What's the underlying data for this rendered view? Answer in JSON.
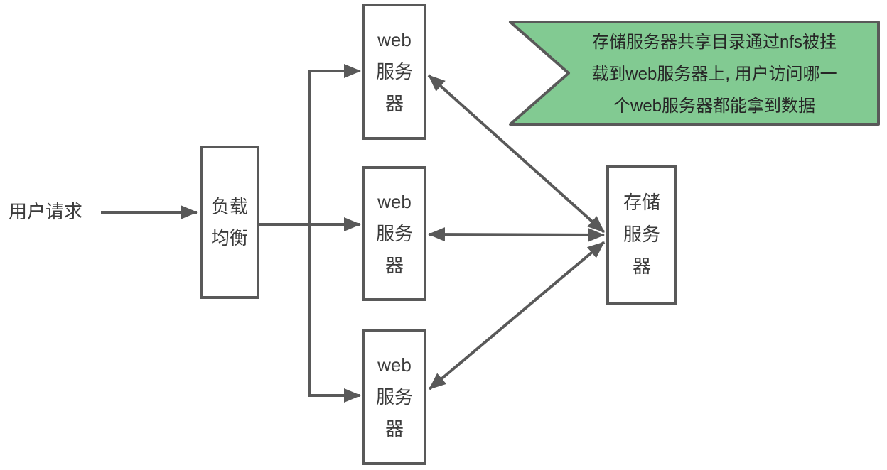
{
  "diagram": {
    "nodes": {
      "user_request": {
        "label": "用户请求"
      },
      "load_balancer": {
        "label": "负载\n均衡"
      },
      "web_servers": [
        {
          "label": "web\n服务\n器"
        },
        {
          "label": "web\n服务\n器"
        },
        {
          "label": "web\n服务\n器"
        }
      ],
      "storage_server": {
        "label": "存储\n服务\n器"
      }
    },
    "callout": {
      "text": "存储服务器共享目录通过nfs被挂\n载到web服务器上, 用户访问哪一\n个web服务器都能拿到数据",
      "fill_color": "#82CA92",
      "border_color": "#595959"
    },
    "connections": [
      {
        "from": "user_request",
        "to": "load_balancer",
        "direction": "one-way"
      },
      {
        "from": "load_balancer",
        "to": "web_server_1",
        "direction": "one-way"
      },
      {
        "from": "load_balancer",
        "to": "web_server_2",
        "direction": "one-way"
      },
      {
        "from": "load_balancer",
        "to": "web_server_3",
        "direction": "one-way"
      },
      {
        "from": "web_server_1",
        "to": "storage_server",
        "direction": "two-way"
      },
      {
        "from": "web_server_2",
        "to": "storage_server",
        "direction": "two-way"
      },
      {
        "from": "web_server_3",
        "to": "storage_server",
        "direction": "two-way"
      }
    ],
    "colors": {
      "line": "#595959",
      "text": "#3C3C3C",
      "background": "#FFFFFF"
    }
  }
}
